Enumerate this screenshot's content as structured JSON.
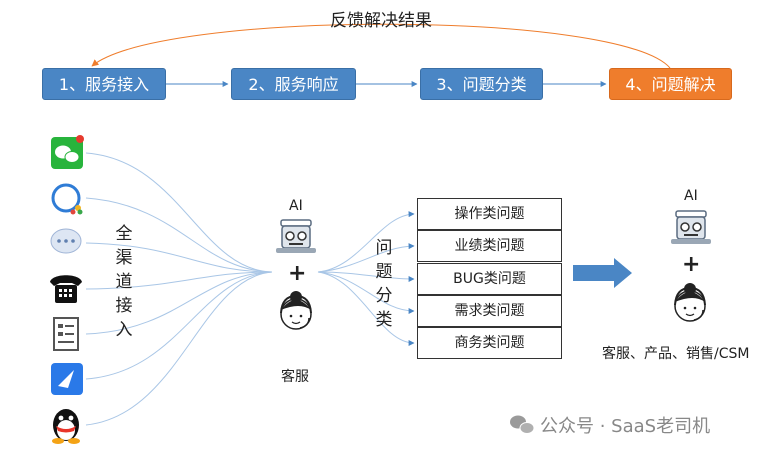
{
  "feedback_loop_label": "反馈解决结果",
  "steps": [
    {
      "label": "1、服务接入",
      "color": "#4a86c5"
    },
    {
      "label": "2、服务响应",
      "color": "#4a86c5"
    },
    {
      "label": "3、问题分类",
      "color": "#4a86c5"
    },
    {
      "label": "4、问题解决",
      "color": "#ef7d2c"
    }
  ],
  "channels_label": "全渠道接入",
  "channel_icons": [
    "wechat-icon",
    "chat-bubble-icon",
    "message-icon",
    "telephone-icon",
    "form-icon",
    "feishu-icon",
    "qq-icon"
  ],
  "responder": {
    "ai_label": "AI",
    "plus": "+",
    "human_label": "客服"
  },
  "classify_label": "问题分类",
  "categories": [
    "操作类问题",
    "业绩类问题",
    "BUG类问题",
    "需求类问题",
    "商务类问题"
  ],
  "resolver": {
    "ai_label": "AI",
    "plus": "+",
    "human_label": "客服、产品、销售/CSM"
  },
  "watermark": "公众号 · SaaS老司机"
}
